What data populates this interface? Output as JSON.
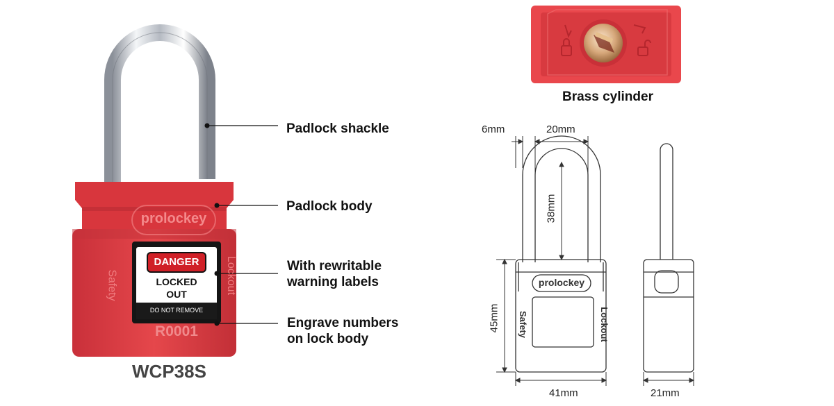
{
  "product": {
    "model": "WCP38S",
    "brand": "prolockey",
    "label": {
      "danger": "DANGER",
      "locked_line1": "LOCKED",
      "locked_line2": "OUT",
      "do_not_remove": "DO NOT REMOVE"
    },
    "engraved_number": "R0001",
    "side_left_text": "Safety",
    "side_right_text": "Lockout",
    "colors": {
      "body": "#e03b3f",
      "body_dark": "#b82a30",
      "shackle": "#d9dde2"
    }
  },
  "callouts": [
    {
      "lines": [
        "Padlock shackle"
      ]
    },
    {
      "lines": [
        "Padlock body"
      ]
    },
    {
      "lines": [
        "With rewritable",
        "warning labels"
      ]
    },
    {
      "lines": [
        "Engrave numbers",
        "on lock body"
      ]
    }
  ],
  "cylinder": {
    "caption": "Brass cylinder"
  },
  "dimensions": {
    "shackle_diameter": "6mm",
    "shackle_inner_width": "20mm",
    "shackle_clearance": "38mm",
    "body_height": "45mm",
    "body_width": "41mm",
    "body_depth": "21mm"
  }
}
